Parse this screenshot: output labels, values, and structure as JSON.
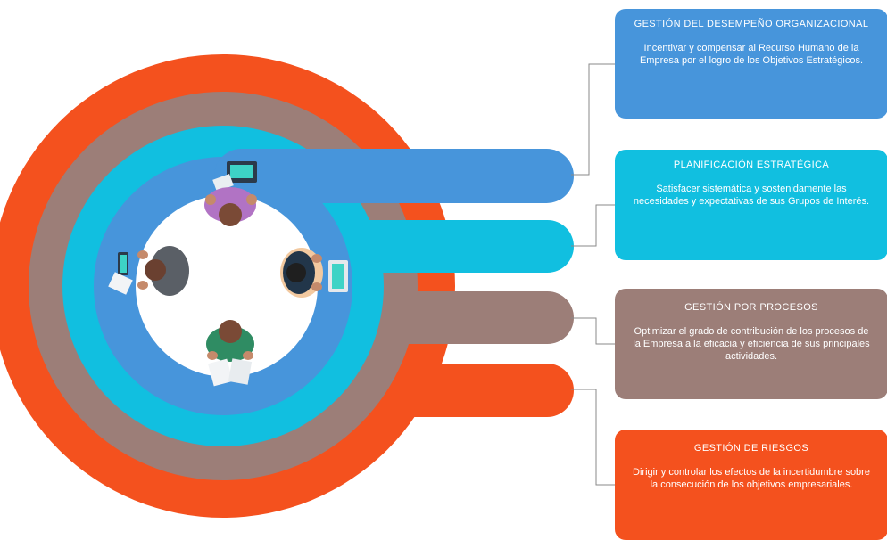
{
  "colors": {
    "red": "#F4511E",
    "brown": "#9C7E78",
    "cyan": "#11BFE0",
    "blue": "#4795DB",
    "white": "#ffffff",
    "connector": "#8a8a8a"
  },
  "cards": [
    {
      "id": "desempeno",
      "title": "GESTIÓN DEL DESEMPEÑO ORGANIZACIONAL",
      "description": "Incentivar y compensar al Recurso Humano de la Empresa por el logro de los Objetivos Estratégicos.",
      "color": "#4795DB"
    },
    {
      "id": "planificacion",
      "title": "PLANIFICACIÓN ESTRATÉGICA",
      "description": "Satisfacer sistemática y sostenidamente las necesidades y expectativas de sus Grupos de Interés.",
      "color": "#11BFE0"
    },
    {
      "id": "procesos",
      "title": "GESTIÓN POR PROCESOS",
      "description": "Optimizar el grado de contribución de los procesos de la Empresa a la eficacia y eficiencia de sus principales actividades.",
      "color": "#9C7E78"
    },
    {
      "id": "riesgos",
      "title": "GESTIÓN DE RIESGOS",
      "description": "Dirigir y controlar los efectos de la incertidumbre sobre la consecución de los objetivos empresariales.",
      "color": "#F4511E"
    }
  ],
  "illustration": {
    "people": [
      "person-top-icon",
      "person-left-icon",
      "person-right-icon",
      "person-bottom-icon"
    ]
  }
}
